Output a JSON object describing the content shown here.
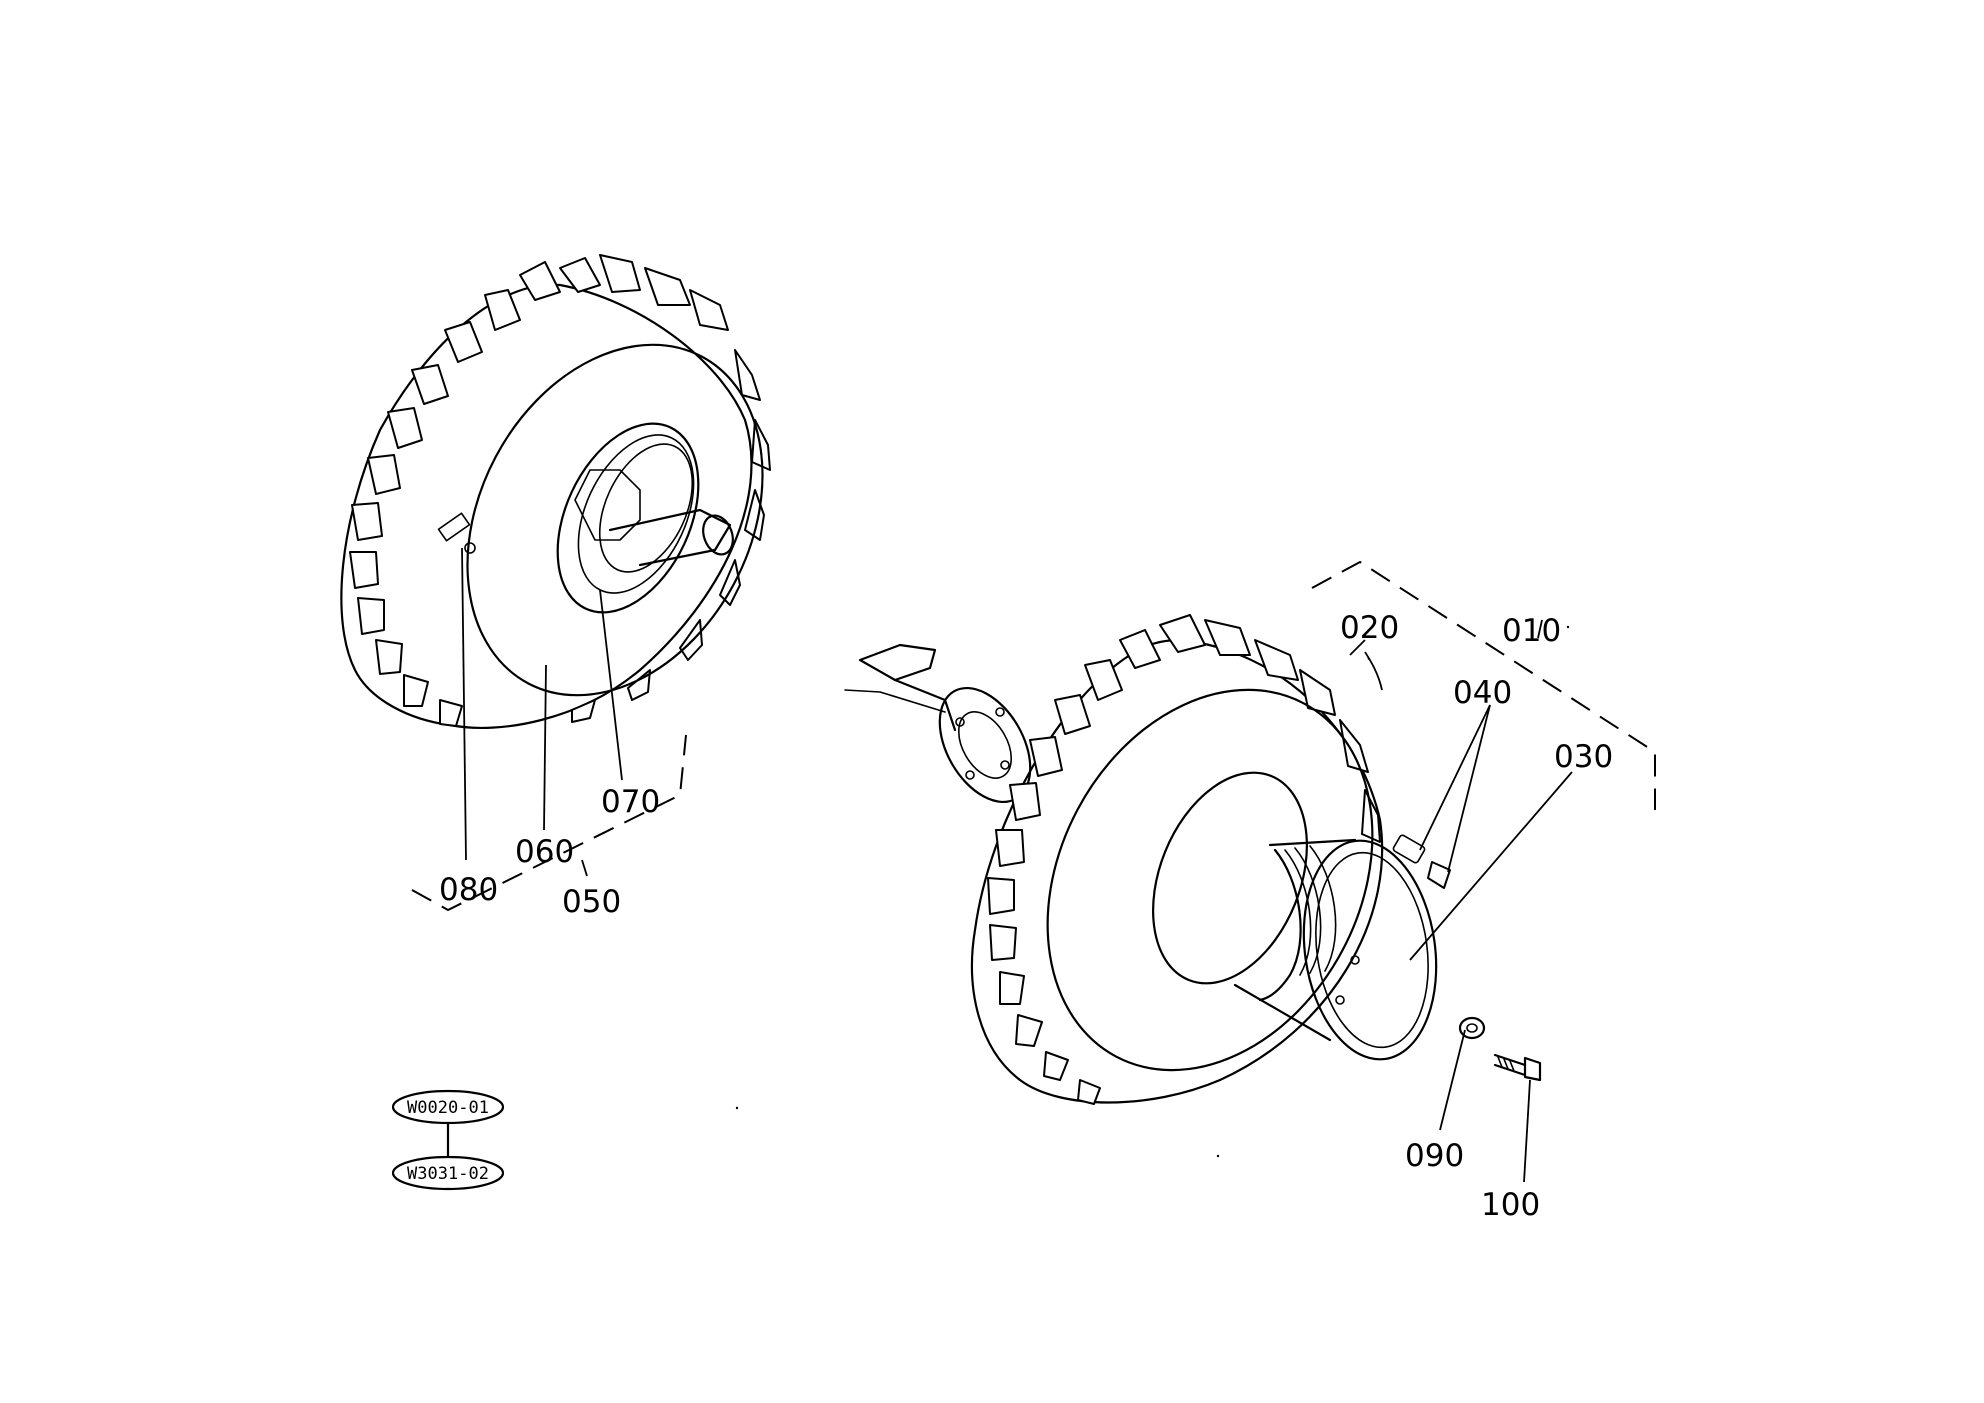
{
  "labels": {
    "p010": "010",
    "p020": "020",
    "p030": "030",
    "p040": "040",
    "p050": "050",
    "p060": "060",
    "p070": "070",
    "p080": "080",
    "p090": "090",
    "p100": "100"
  },
  "references": {
    "top": "W0020-01",
    "bottom": "W3031-02"
  }
}
